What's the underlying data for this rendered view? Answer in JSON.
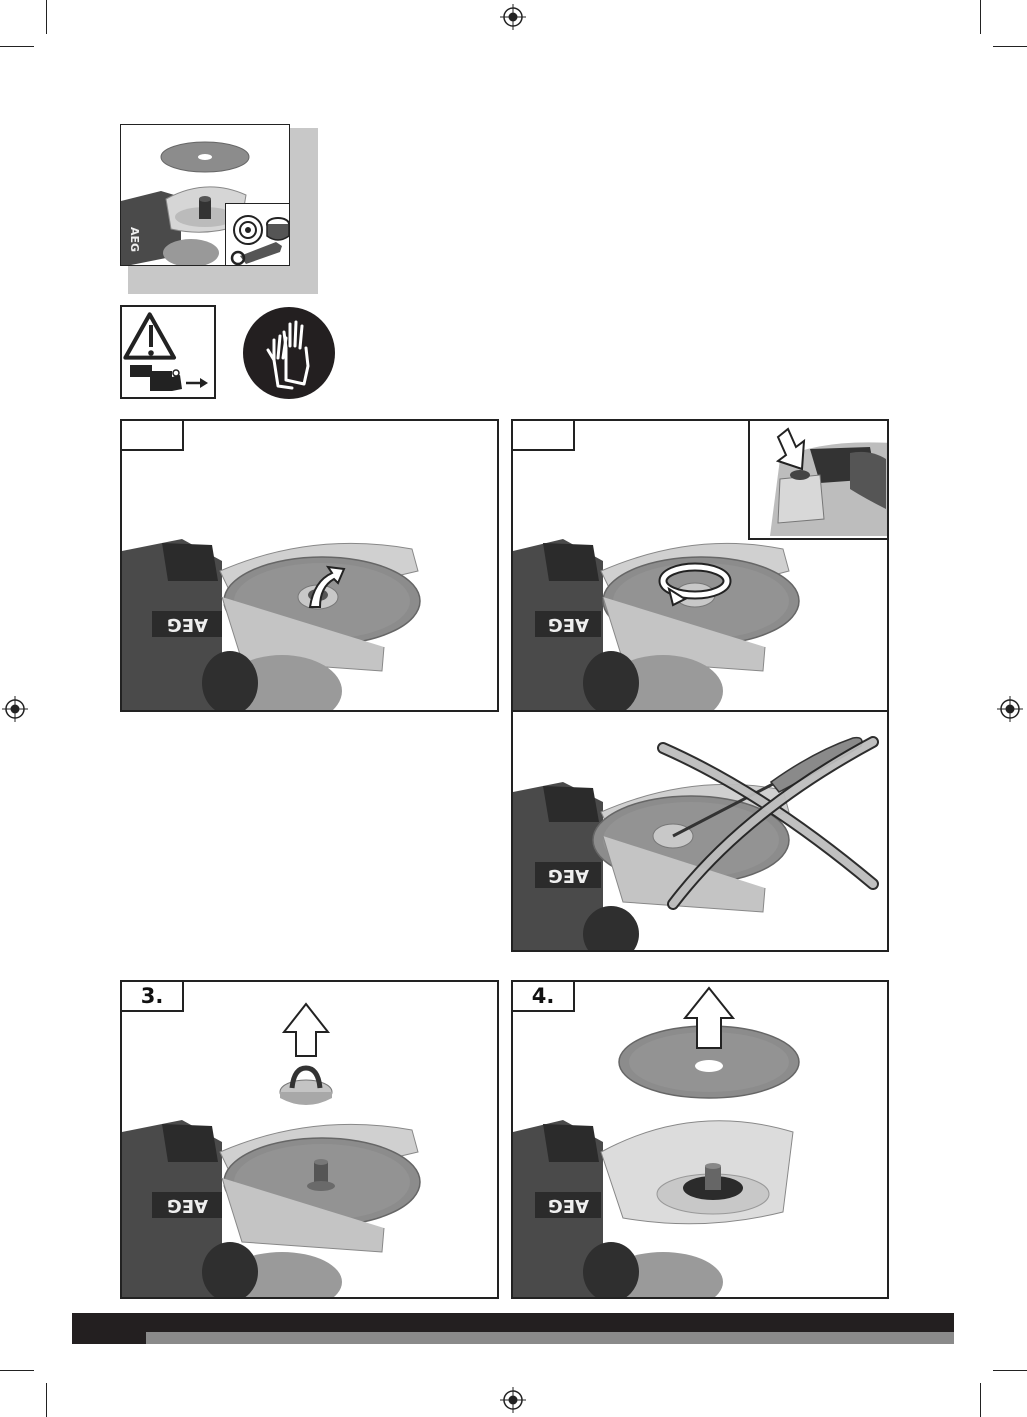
{
  "steps": {
    "step1": {
      "label": ""
    },
    "step2": {
      "label": ""
    },
    "step3": {
      "label": "3."
    },
    "step4": {
      "label": "4."
    }
  },
  "brand": {
    "logo_text": "AEG"
  },
  "icons": {
    "warning": "warning-triangle-icon",
    "battery_remove": "remove-battery-icon",
    "gloves": "wear-gloves-icon",
    "push": "push-arrow-icon",
    "rotate": "rotate-arrow-icon",
    "lift": "lift-up-arrow-icon",
    "prohibited": "cross-prohibited-icon"
  },
  "colors": {
    "ink": "#231f20",
    "disc": "#8c8c8c",
    "disc_dark": "#6e6e6e",
    "guard": "#c9c9c9",
    "body": "#4a4a4a",
    "footer_grey": "#8a8a8a"
  }
}
